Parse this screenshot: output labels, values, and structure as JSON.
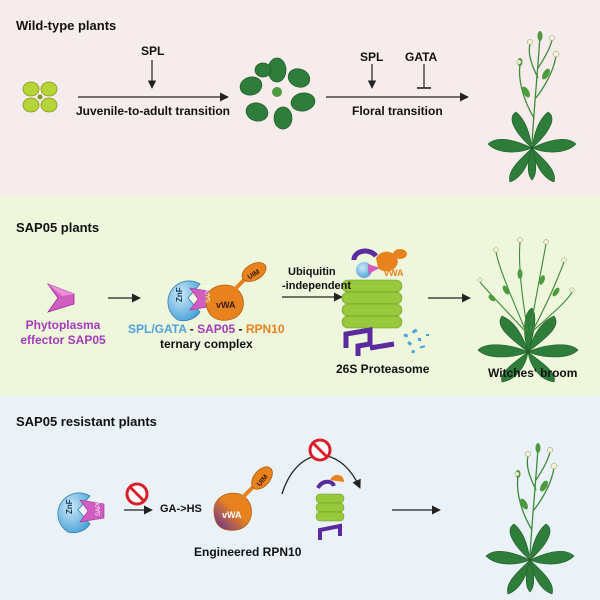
{
  "panel1": {
    "title": "Wild-type plants",
    "spl_label_1": "SPL",
    "juvenile_to_adult": "Juvenile-to-adult transition",
    "spl_label_2": "SPL",
    "gata_label": "GATA",
    "floral_transition": "Floral transition"
  },
  "panel2": {
    "title": "SAP05 plants",
    "effector_line1": "Phytoplasma",
    "effector_line2": "effector SAP05",
    "znf": "ZnF",
    "sap05": "SAP05",
    "uim": "UIM",
    "vwa": "vWA",
    "complex_spl_gata": "SPL/GATA",
    "complex_dash1": " - ",
    "complex_sap05": "SAP05",
    "complex_dash2": " - ",
    "complex_rpn10": "RPN10",
    "ternary_complex": "ternary complex",
    "ubiquitin_line1": "Ubiquitin",
    "ubiquitin_line2": "-independent",
    "vwa_proteasome": "vWA",
    "proteasome_label": "26S Proteasome",
    "witches_broom": "Witches' broom"
  },
  "panel3": {
    "title": "SAP05 resistant plants",
    "znf": "ZnF",
    "sap05": "SAP05",
    "mutation": "GA->HS",
    "vwa": "vWA",
    "uim": "UIM",
    "engineered_rpn10": "Engineered RPN10"
  },
  "colors": {
    "panel1_bg": "#f7ecec",
    "panel2_bg": "#eef6dc",
    "panel3_bg": "#eaf2f8",
    "spl_gata_blue": "#4da3d9",
    "sap05_purple": "#a33bb8",
    "rpn10_orange": "#e8821e",
    "proteasome_green": "#98c83c",
    "leaf_green": "#2f7d3a",
    "seedling_yellow": "#b6d437",
    "prohibit_red": "#d8202a"
  }
}
